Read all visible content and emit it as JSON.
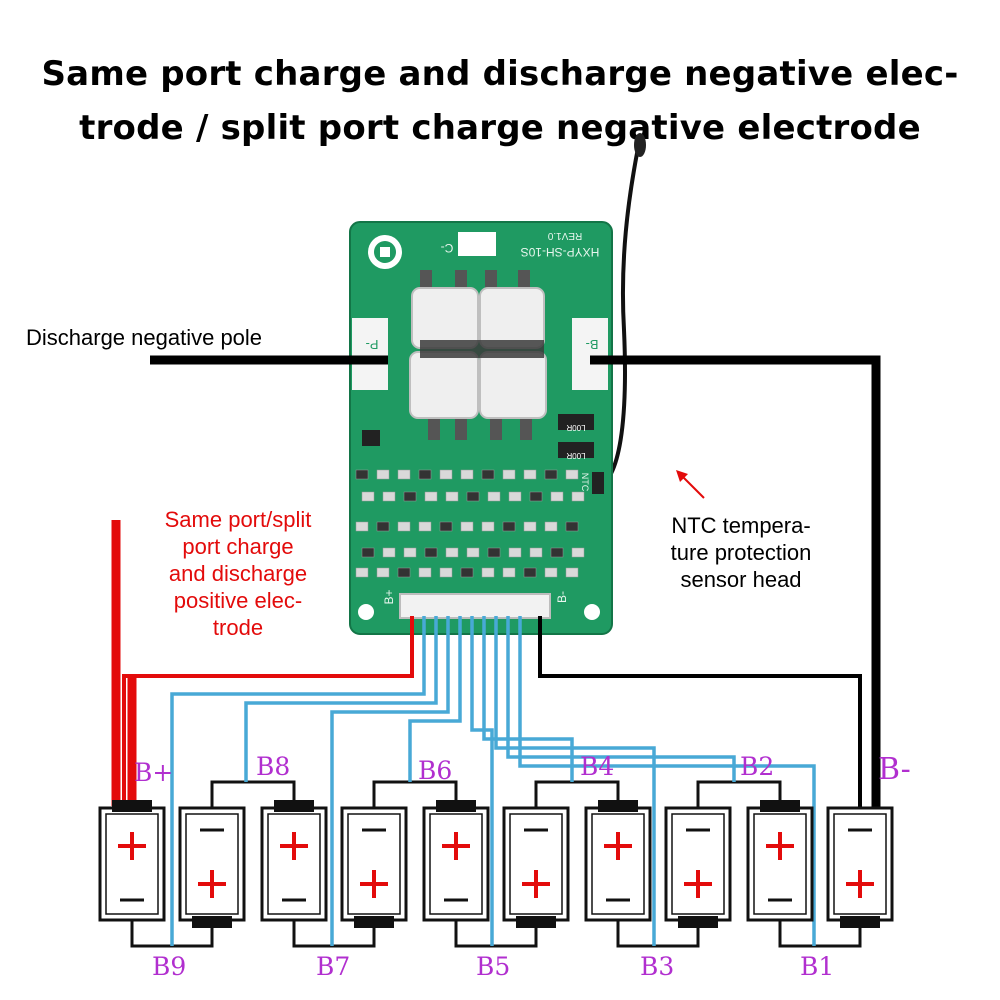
{
  "title": {
    "line1": "Same port charge and discharge negative elec-",
    "line2": "trode / split port charge negative electrode"
  },
  "labels": {
    "discharge_negative": "Discharge negative pole",
    "positive_electrode": [
      "Same port/split",
      "port charge",
      "and discharge",
      "positive elec-",
      "trode"
    ],
    "ntc": [
      "NTC tempera-",
      "ture protection",
      "sensor head"
    ]
  },
  "board": {
    "model": "HXYP-SH-10S",
    "revision": "REV1.0",
    "p_minus": "P-",
    "b_minus": "B-",
    "c_minus": "C-",
    "b_plus_pin": "B+",
    "b_minus_pin": "B-",
    "ntc_pin": "NTC",
    "resistor_code": "L00R"
  },
  "battery_labels": {
    "top": [
      "B+",
      "B8",
      "B6",
      "B4",
      "B2",
      "B-"
    ],
    "bottom": [
      "B9",
      "B7",
      "B5",
      "B3",
      "B1"
    ]
  },
  "colors": {
    "board": "#1f9a62",
    "positive_wire": "#e30b0b",
    "balance_wire": "#48a9d6",
    "negative_wire": "#000000",
    "battery_label": "#b12fcf"
  }
}
